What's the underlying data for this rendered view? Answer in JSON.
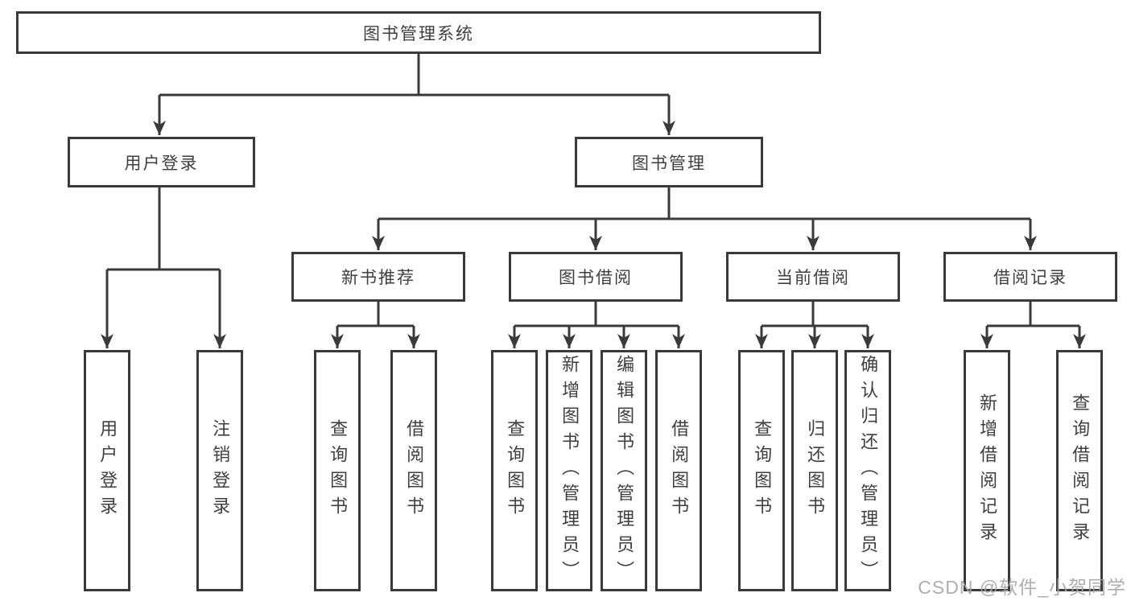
{
  "diagram": {
    "title": "图书管理系统",
    "tree": {
      "root": {
        "label": "图书管理系统"
      },
      "level2": [
        {
          "label": "用户登录"
        },
        {
          "label": "图书管理"
        }
      ],
      "level3": [
        {
          "label": "新书推荐",
          "parent": "图书管理"
        },
        {
          "label": "图书借阅",
          "parent": "图书管理"
        },
        {
          "label": "当前借阅",
          "parent": "图书管理"
        },
        {
          "label": "借阅记录",
          "parent": "图书管理"
        }
      ],
      "leaves": [
        {
          "label": "用户登录",
          "parent": "用户登录"
        },
        {
          "label": "注销登录",
          "parent": "用户登录"
        },
        {
          "label": "查询图书",
          "parent": "新书推荐"
        },
        {
          "label": "借阅图书",
          "parent": "新书推荐"
        },
        {
          "label": "查询图书",
          "parent": "图书借阅"
        },
        {
          "label": "新增图书（管理员）",
          "parent": "图书借阅"
        },
        {
          "label": "编辑图书（管理员）",
          "parent": "图书借阅"
        },
        {
          "label": "借阅图书",
          "parent": "图书借阅"
        },
        {
          "label": "查询图书",
          "parent": "当前借阅"
        },
        {
          "label": "归还图书",
          "parent": "当前借阅"
        },
        {
          "label": "确认归还（管理员）",
          "parent": "当前借阅"
        },
        {
          "label": "新增借阅记录",
          "parent": "借阅记录"
        },
        {
          "label": "查询借阅记录",
          "parent": "借阅记录"
        }
      ]
    },
    "colors": {
      "line": "#3a3a3a",
      "text": "#3f3f3f",
      "background": "#ffffff",
      "watermark_color": "#a6a6a6"
    },
    "watermark": "CSDN @软件_小贺同学"
  }
}
